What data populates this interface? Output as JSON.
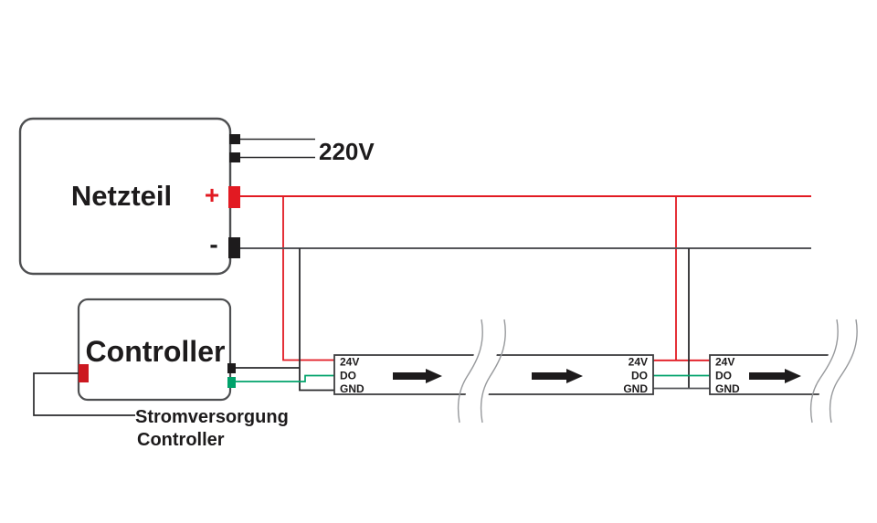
{
  "power_supply": {
    "label": "Netzteil",
    "positive_terminal": "+",
    "negative_terminal": "-",
    "mains_voltage": "220V"
  },
  "controller": {
    "label": "Controller",
    "power_note_line1": "Stromversorgung",
    "power_note_line2": "Controller"
  },
  "led_strip_pins": {
    "power": "24V",
    "data": "DO",
    "ground": "GND"
  },
  "colors": {
    "positive_wire": "#e21a22",
    "data_wire": "#00a26b",
    "negative_wire": "#2a2a2c",
    "negative_bus": "#55565a",
    "box_outline": "#4e4f51",
    "break_mark": "#97999c"
  }
}
